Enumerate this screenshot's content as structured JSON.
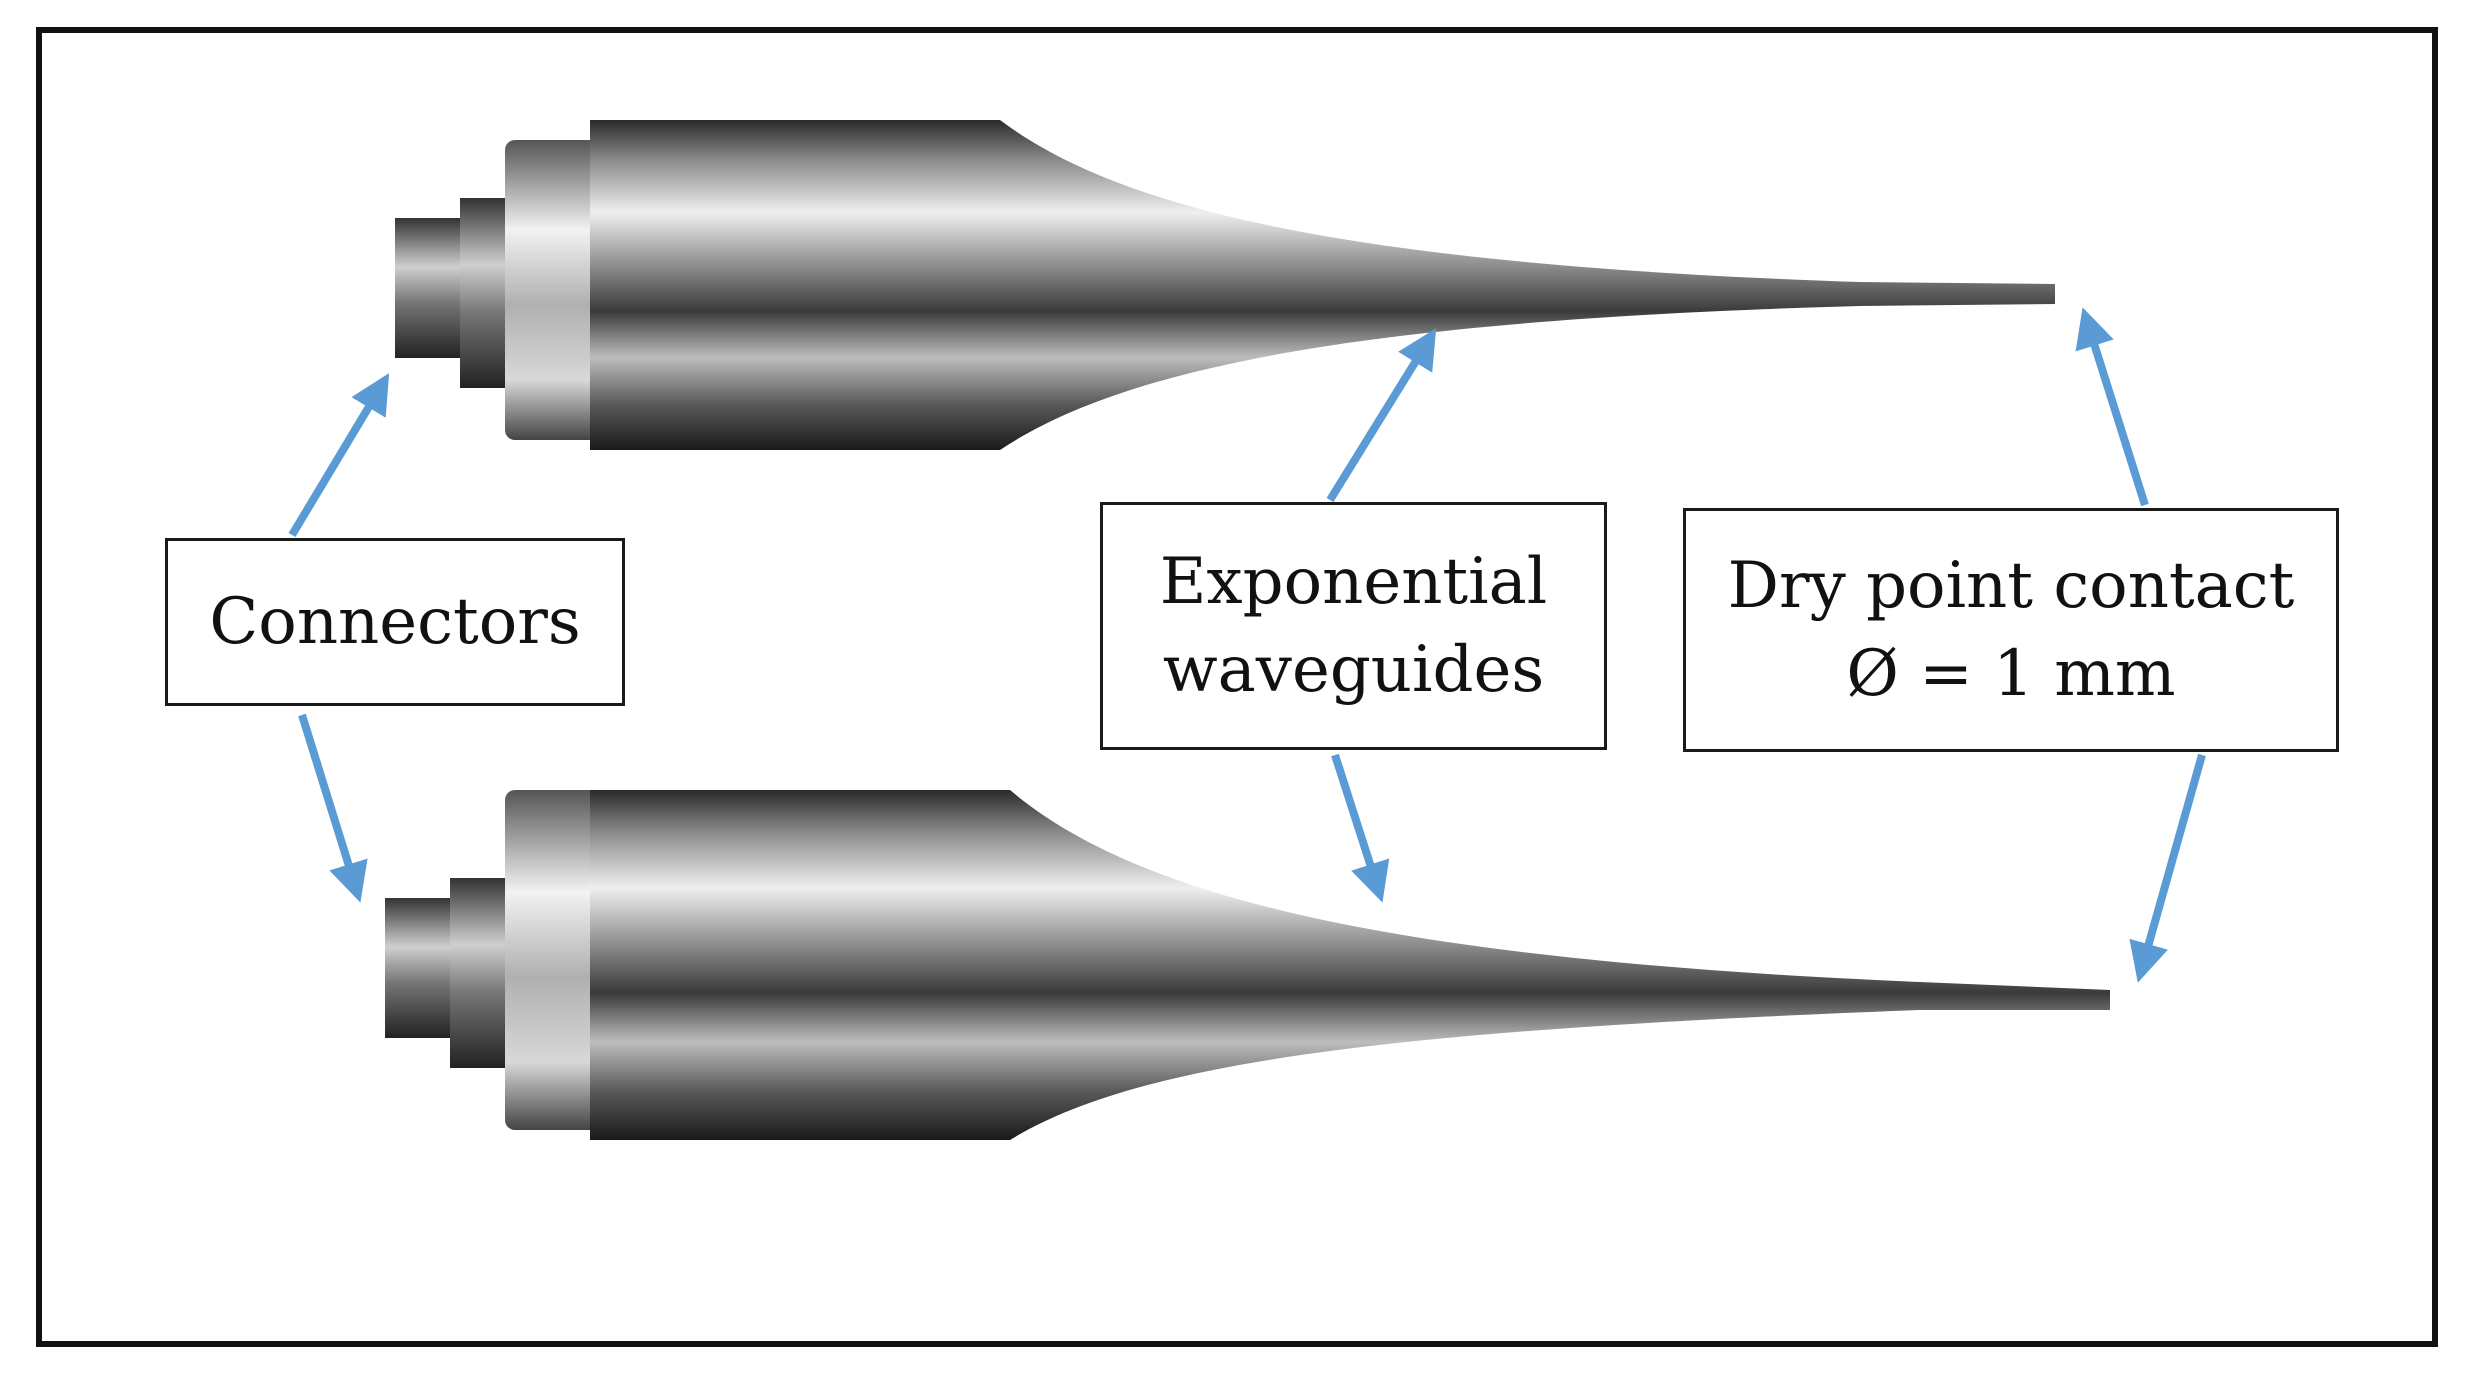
{
  "labels": {
    "connectors": "Connectors",
    "waveguides_line1": "Exponential",
    "waveguides_line2": "waveguides",
    "contact_line1": "Dry point contact",
    "contact_line2": "Ø = 1 mm"
  },
  "colors": {
    "arrow": "#5b9bd5",
    "frame": "#111111",
    "metal_dark": "#1f1f1f",
    "metal_mid": "#6e6e6e",
    "metal_light": "#e6e6e6"
  },
  "icons": {
    "probe": "metal-waveguide-probe",
    "arrow": "double-headed-arrow"
  }
}
